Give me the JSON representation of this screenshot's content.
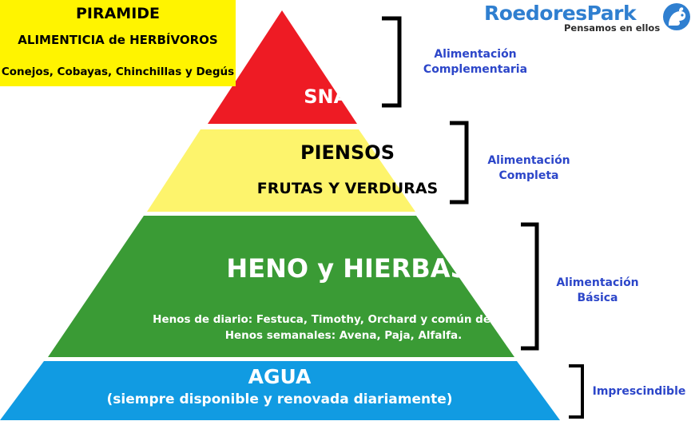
{
  "title": {
    "line1": "PIRAMIDE",
    "line2": "ALIMENTICIA de HERBÍVOROS",
    "line3": "Conejos, Cobayas, Chinchillas y Degús"
  },
  "logo": {
    "name": "RoedoresPark",
    "tagline": "Pensamos en ellos",
    "mark_icon": "rodent-icon"
  },
  "tiers": {
    "snacks": {
      "label": "SNACKS",
      "color": "#ee1b24"
    },
    "piensos": {
      "label": "PIENSOS",
      "sublabel": "FRUTAS Y VERDURAS",
      "color": "#fdf46c"
    },
    "heno": {
      "label": "HENO y HIERBAS",
      "detail1": "Henos de diario: Festuca, Timothy, Orchard y común de campo",
      "detail2": "Henos semanales: Avena, Paja, Alfalfa.",
      "color": "#3a9b35"
    },
    "agua": {
      "label": "AGUA",
      "sublabel": "(siempre disponible y renovada diariamente)",
      "color": "#119be2"
    }
  },
  "side_labels": {
    "complementaria": {
      "line1": "Alimentación",
      "line2": "Complementaria"
    },
    "completa": {
      "line1": "Alimentación",
      "line2": "Completa"
    },
    "basica": {
      "line1": "Alimentación",
      "line2": "Básica"
    },
    "imprescindible": {
      "line1": "Imprescindible"
    }
  },
  "colors": {
    "label_blue": "#2c46c9",
    "title_yellow": "#fff400",
    "logo_blue": "#2f7fd0"
  }
}
